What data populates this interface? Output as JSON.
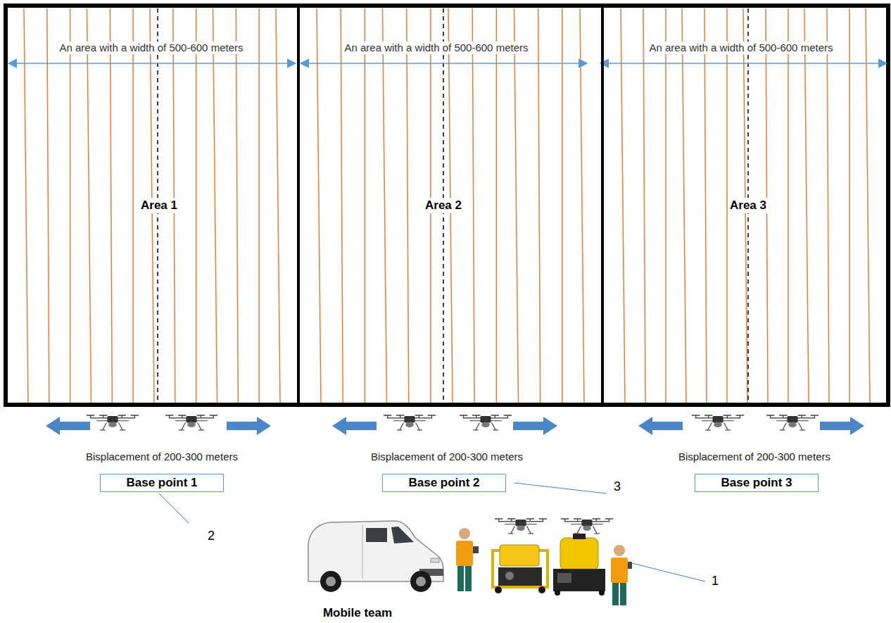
{
  "diagram": {
    "nodes": [
      {
        "text": [
          "Area 1"
        ]
      },
      {
        "text": [
          "Area 2"
        ]
      },
      {
        "text": [
          "Area 3"
        ]
      },
      {
        "text": [
          "Base point 1"
        ]
      },
      {
        "text": [
          "Base point 2"
        ]
      },
      {
        "text": [
          "Base point 3"
        ]
      }
    ],
    "labels": [
      "An area with a width of 500-600 meters",
      "An area with a width of 500-600 meters",
      "An area with a width of 500-600 meters",
      "Bisplacement of 200-300 meters",
      "Bisplacement of 200-300 meters",
      "Bisplacement of 200-300 meters",
      "2",
      "3",
      "1",
      "Mobile team"
    ]
  }
}
